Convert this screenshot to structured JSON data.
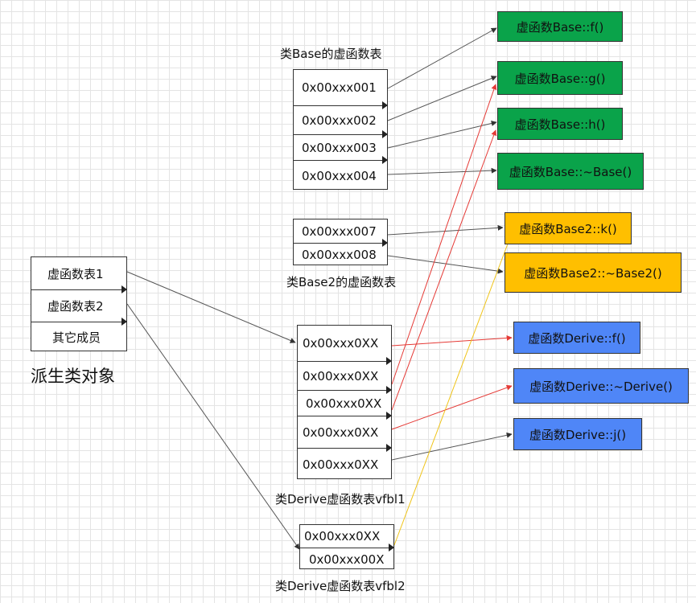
{
  "colors": {
    "base": "#0aa34a",
    "base2": "#ffbf00",
    "derive": "#4f86f7",
    "arrow_dark": "#555555",
    "arrow_red": "#e53935",
    "arrow_yellow": "#f0c419"
  },
  "base_vtable": {
    "title": "类Base的虚函数表",
    "entries": [
      "0x00xxx001",
      "0x00xxx002",
      "0x00xxx003",
      "0x00xxx004"
    ]
  },
  "base2_vtable": {
    "title": "类Base2的虚函数表",
    "entries": [
      "0x00xxx007",
      "0x00xxx008"
    ]
  },
  "derived_object": {
    "title": "派生类对象",
    "entries": [
      "虚函数表1",
      "虚函数表2",
      "其它成员"
    ]
  },
  "derive_vtable1": {
    "title": "类Derive虚函数表vfbl1",
    "entries": [
      "0x00xxx0XX",
      "0x00xxx0XX",
      "0x00xxx0XX",
      "0x00xxx0XX",
      "0x00xxx0XX"
    ]
  },
  "derive_vtable2": {
    "title": "类Derive虚函数表vfbl2",
    "entries": [
      "0x00xxx0XX",
      "0x00xxx00X"
    ]
  },
  "functions": {
    "base_f": "虚函数Base::f()",
    "base_g": "虚函数Base::g()",
    "base_h": "虚函数Base::h()",
    "base_dtor": "虚函数Base::~Base()",
    "base2_k": "虚函数Base2::k()",
    "base2_dtor": "虚函数Base2::~Base2()",
    "derive_f": "虚函数Derive::f()",
    "derive_dtor": "虚函数Derive::~Derive()",
    "derive_j": "虚函数Derive::j()"
  }
}
